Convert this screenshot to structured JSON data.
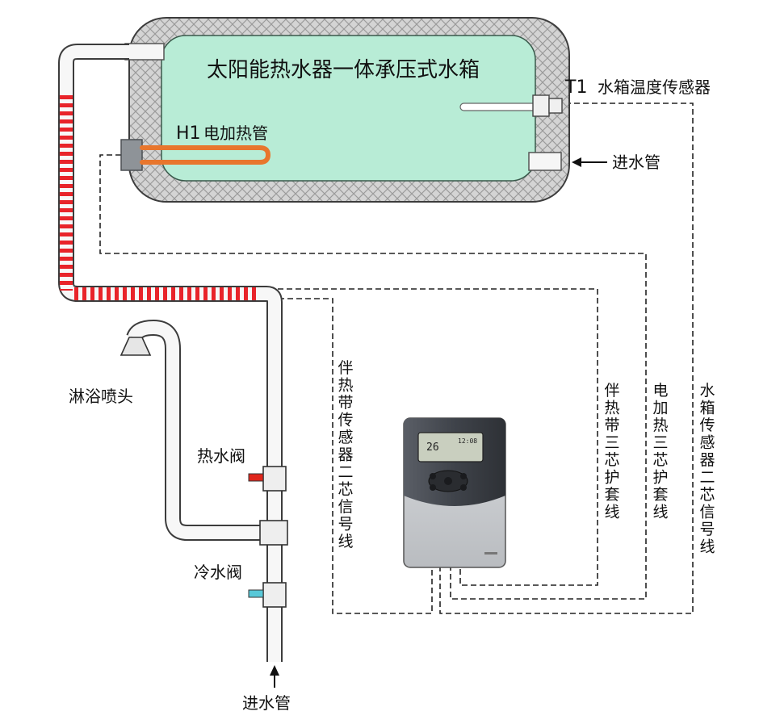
{
  "tank": {
    "title": "太阳能热水器一体承压式水箱"
  },
  "labels": {
    "t1_prefix": "T1",
    "t1_text": "水箱温度传感器",
    "h1_prefix": "H1",
    "h1_text": "电加热管",
    "inlet_tank": "进水管",
    "inlet_bottom": "进水管",
    "shower_head": "淋浴喷头",
    "hot_valve": "热水阀",
    "cold_valve": "冷水阀"
  },
  "vertical_labels": {
    "heat_tape_sensor": "伴热带传感器二芯信号线",
    "heat_tape_cable": "伴热带三芯护套线",
    "heater_cable": "电加热三芯护套线",
    "tank_sensor_cable": "水箱传感器二芯信号线"
  },
  "controller": {
    "display_temp": "26",
    "display_time": "12:08"
  },
  "colors": {
    "tank_fill": "#b8ecd6",
    "insulation": "#cfcfcf",
    "heater": "#e8762d",
    "heat_tape": "#e8242a",
    "hot_handle": "#e0261c",
    "cold_handle": "#58c8d8",
    "pipe": "#f4f4f4",
    "controller_top": "#4a4e55",
    "controller_bottom": "#cdcfd2",
    "lcd": "#c9cfbf"
  }
}
